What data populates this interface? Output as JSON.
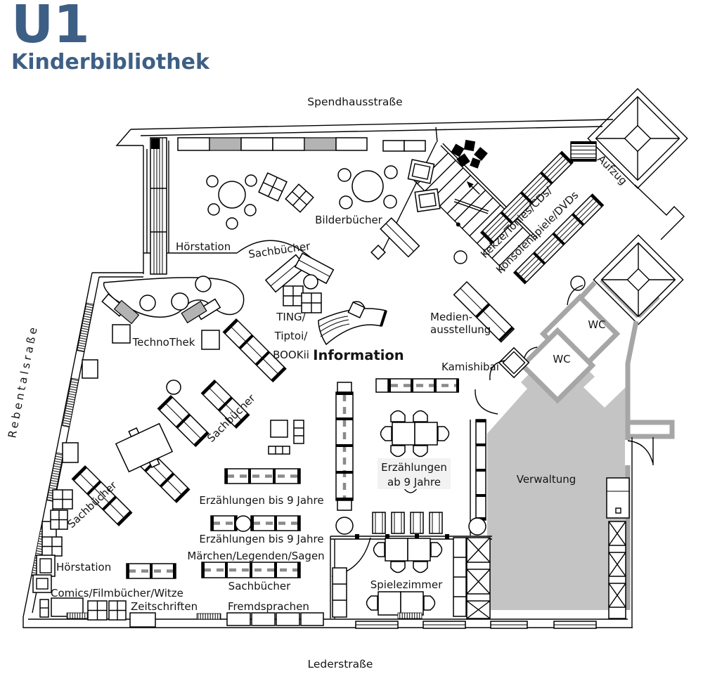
{
  "title": {
    "level": "U1",
    "name": "Kinderbibliothek"
  },
  "streets": {
    "top": "Spendhausstraße",
    "left": "Rebentalsraße",
    "bottom": "Lederstraße"
  },
  "rooms": {
    "bilderbuecher": "Bilderbücher",
    "hoerstation_top": "Hörstation",
    "sachbuecher_curve": "Sachbücher",
    "ting_line1": "TING/",
    "ting_line2": "Tiptoi/",
    "ting_line3": "BOOKii",
    "information": "Information",
    "technothek": "TechnoThek",
    "medien_line1": "Medien-",
    "medien_line2": "ausstellung",
    "kamishibai": "Kamishibai",
    "kekze_line1": "Kekze/Tonies/CDs/",
    "kekze_line2": "Konsolenspiele/DVDs",
    "aufzug": "Aufzug",
    "wc_upper": "WC",
    "wc_lower": "WC",
    "verwaltung": "Verwaltung",
    "erz_ab_line1": "Erzählungen",
    "erz_ab_line2": "ab 9 Jahre",
    "erz_bis_1": "Erzählungen bis 9 Jahre",
    "erz_bis_2": "Erzählungen bis 9 Jahre",
    "maerchen": "Märchen/Legenden/Sagen",
    "sachbuecher_mid": "Sachbücher",
    "sachbuecher_diag_upper": "Sachbücher",
    "sachbuecher_diag_lower": "Sachbücher",
    "hoerstation_bottom": "Hörstation",
    "comics": "Comics/Filmbücher/Witze",
    "zeitschriften": "Zeitschriften",
    "fremdsprachen": "Fremdsprachen",
    "spielezimmer": "Spielezimmer"
  },
  "colors": {
    "accent": "#3e5f85",
    "floor-gray": "#c4c4c4",
    "wall-gray": "#a6a6a6",
    "shelf-gray": "#b3b3b3",
    "label-bg": "#f2f2f2",
    "ink": "#141414"
  }
}
